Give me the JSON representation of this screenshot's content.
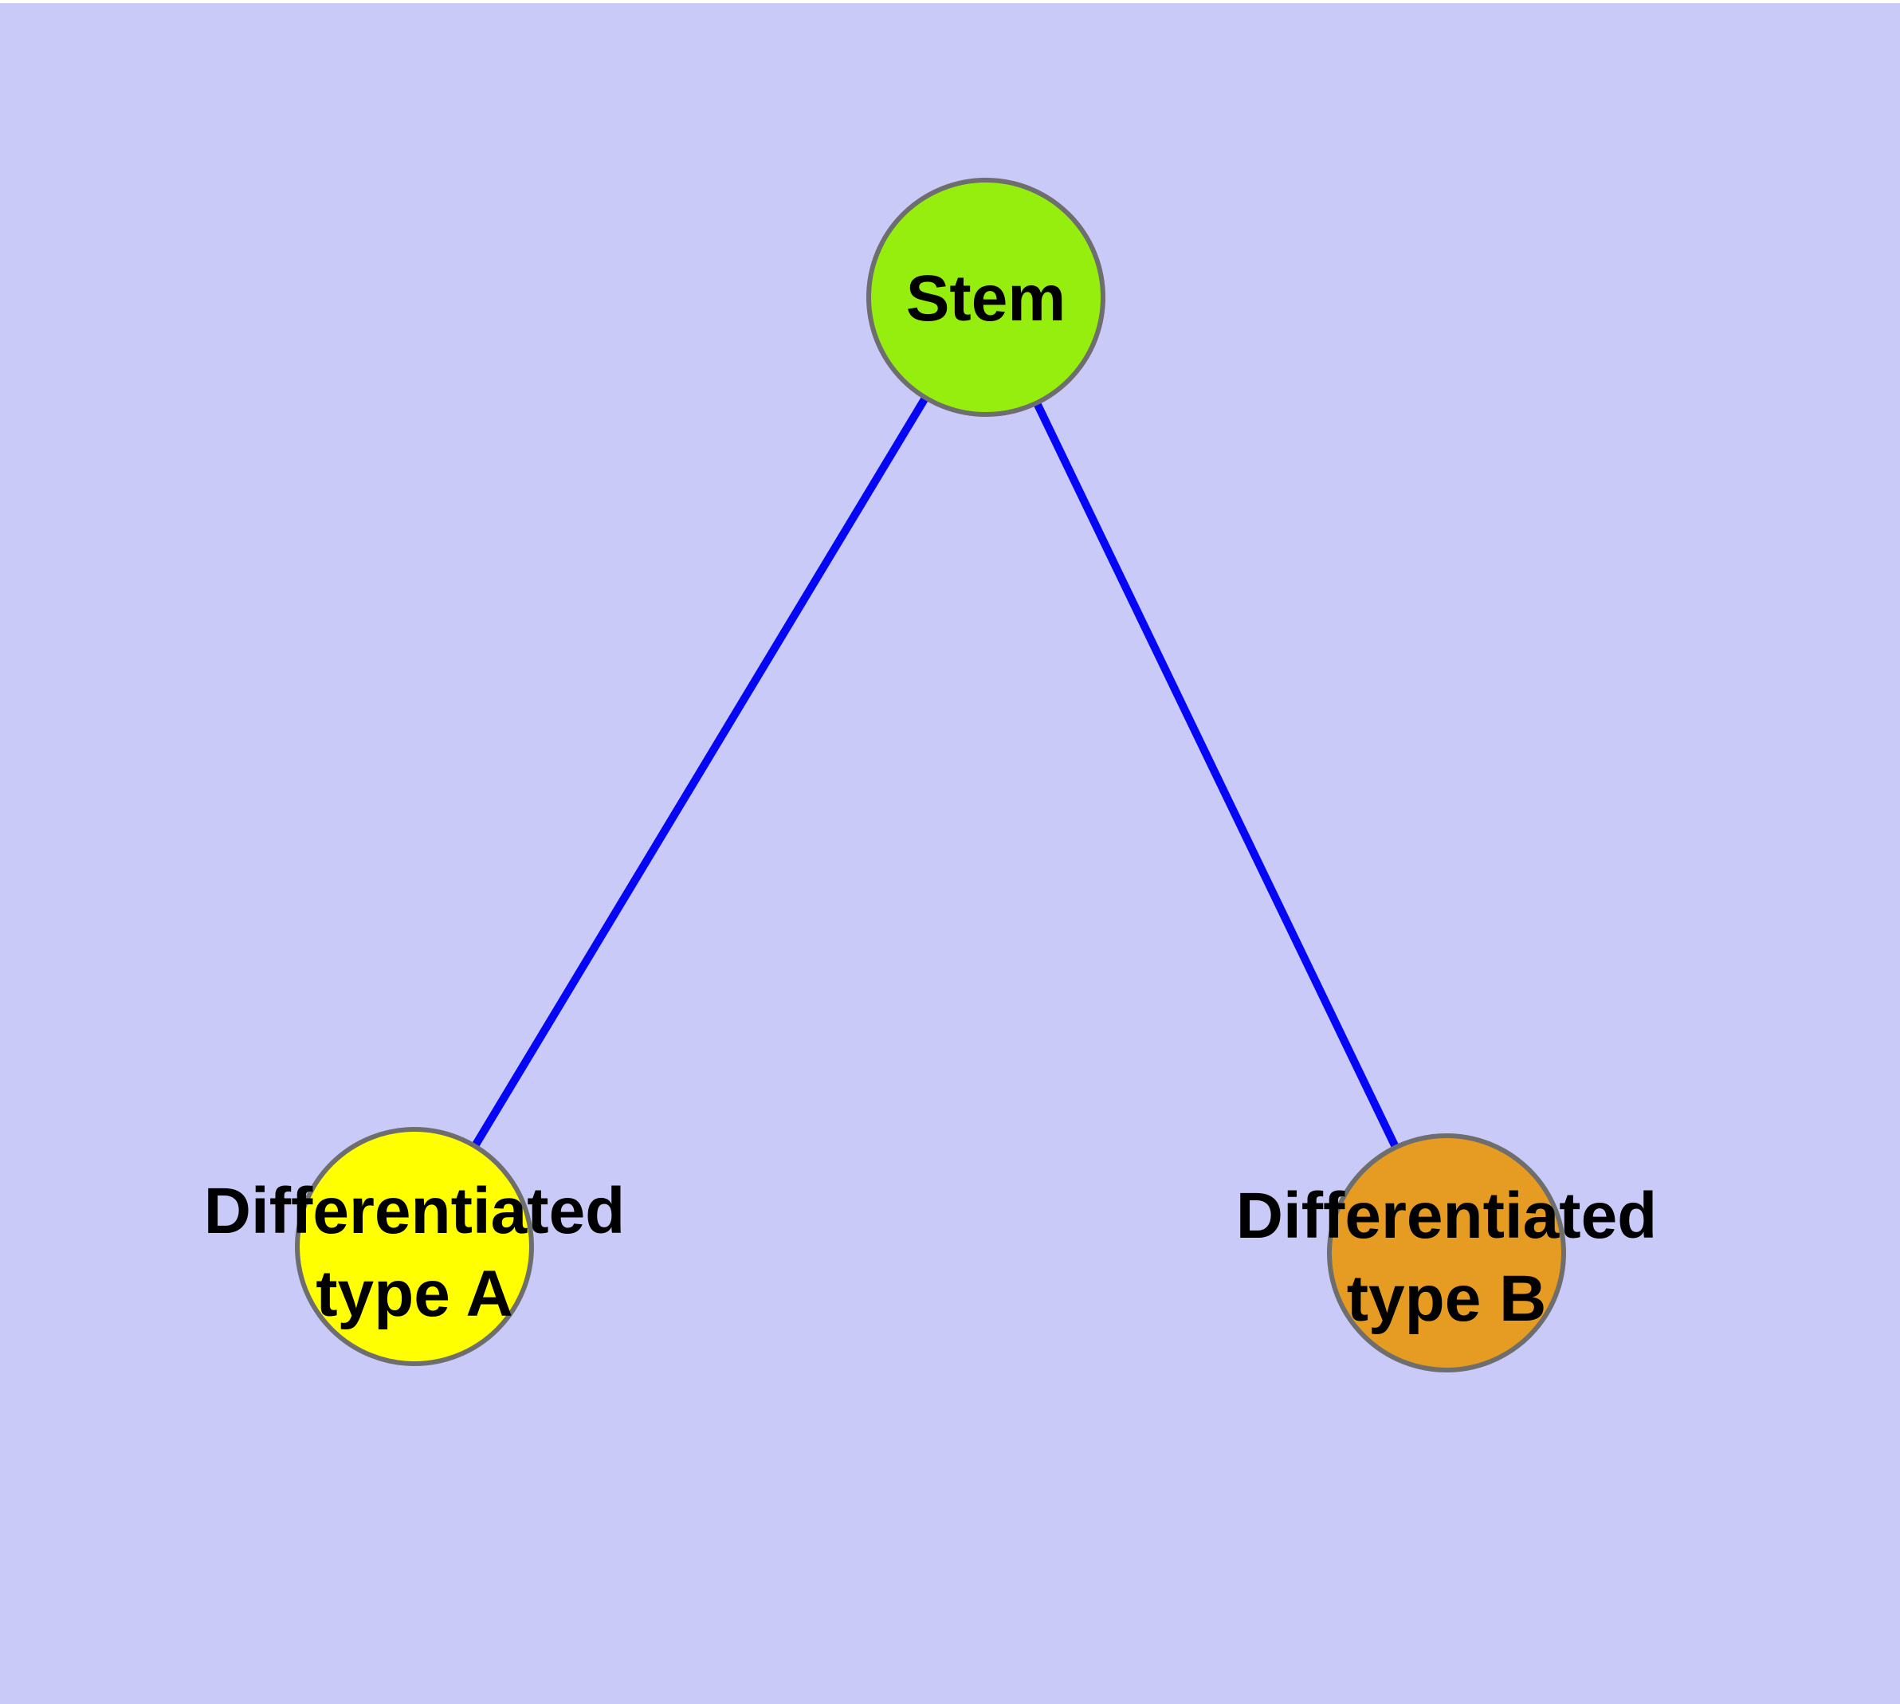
{
  "diagram": {
    "type": "node-edge-graph",
    "background": "#CACAF8",
    "edge_color": "#0606F6",
    "node_border_color": "#6E6E6E",
    "text_color": "#000000",
    "nodes": [
      {
        "id": "stem",
        "label": "Stem",
        "fill": "#96EE0F"
      },
      {
        "id": "typeA",
        "label_line1": "Differentiated",
        "label_line2": "type A",
        "fill": "#FFFF00"
      },
      {
        "id": "typeB",
        "label_line1": "Differentiated",
        "label_line2": "type B",
        "fill": "#E69B23"
      }
    ],
    "edges": [
      {
        "from": "Stem",
        "to": "Differentiated type A"
      },
      {
        "from": "Stem",
        "to": "Differentiated type B"
      }
    ]
  }
}
